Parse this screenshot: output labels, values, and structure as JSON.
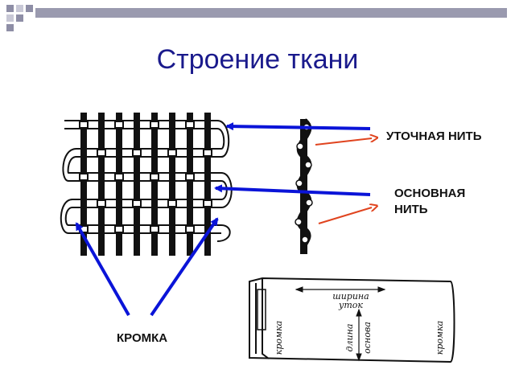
{
  "slide": {
    "title": "Строение ткани",
    "colors": {
      "title": "#1a1a8c",
      "header_bar": "#9a9aaf",
      "blue_arrow": "#0a14d8",
      "red_arrow": "#e0441f",
      "ink": "#111111"
    }
  },
  "labels": {
    "weft_thread": "УТОЧНАЯ НИТЬ",
    "warp_thread_line1": "ОСНОВНАЯ",
    "warp_thread_line2": "НИТЬ",
    "selvage": "КРОМКА"
  },
  "fabric_sample": {
    "width_line1": "ширина",
    "width_line2": "уток",
    "length_line1": "длина",
    "length_line2": "основа",
    "left_edge": "кромка",
    "right_edge": "кромка"
  }
}
